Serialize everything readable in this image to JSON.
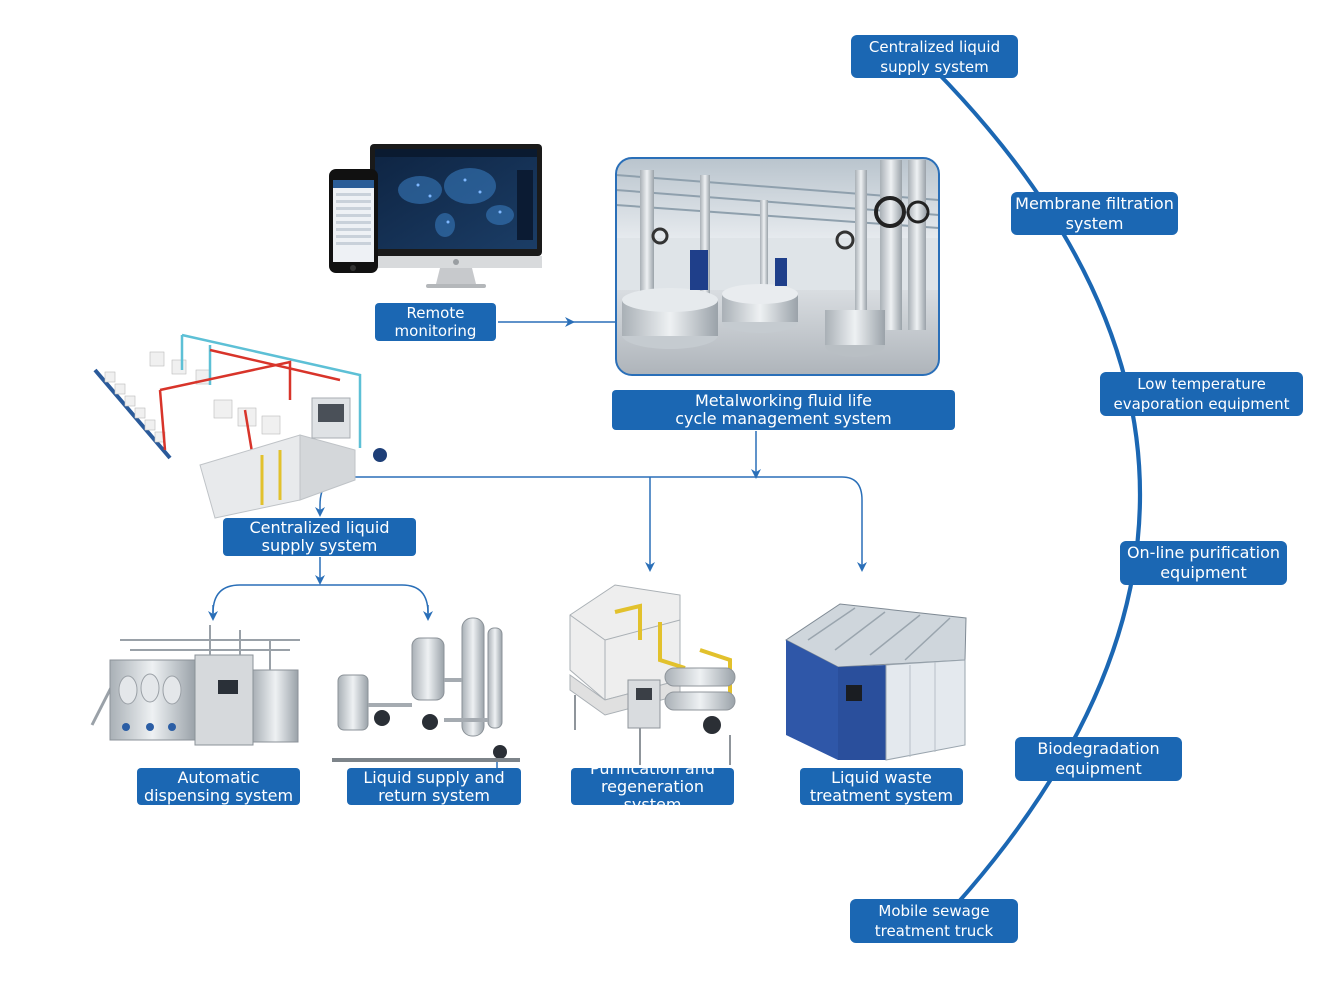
{
  "colors": {
    "label_bg": "#1b67b3",
    "label_text": "#ffffff",
    "arc": "#1b67b3",
    "arrow": "#2a6fb8",
    "photo_border": "#2a6fb8"
  },
  "labels": {
    "remote_monitoring": "Remote\nmonitoring",
    "lifecycle_system": "Metalworking fluid life\ncycle management system",
    "central_supply": "Centralized liquid\nsupply system",
    "auto_dispensing": "Automatic\ndispensing system",
    "supply_return": "Liquid supply and\nreturn system",
    "purification_regeneration": "Purification and\nregeneration system",
    "waste_treatment": "Liquid waste\ntreatment system"
  },
  "arc_labels": {
    "central_supply": "Centralized liquid\nsupply system",
    "membrane": "Membrane filtration\nsystem",
    "low_temp": "Low temperature\nevaporation equipment",
    "online_purification": "On-line purification\nequipment",
    "biodegradation": "Biodegradation\nequipment",
    "mobile_truck": "Mobile sewage\ntreatment truck"
  },
  "images": {
    "monitor": "desktop-monitor-with-map-dashboard",
    "phone": "smartphone-with-data-table",
    "plant": "industrial-plant-interior-photo",
    "piping": "piping-isometric-render",
    "dispensing": "dispensing-skid-render",
    "supply_return": "supply-return-skid-render",
    "purification": "purification-tank-render",
    "waste": "waste-treatment-container-render"
  }
}
